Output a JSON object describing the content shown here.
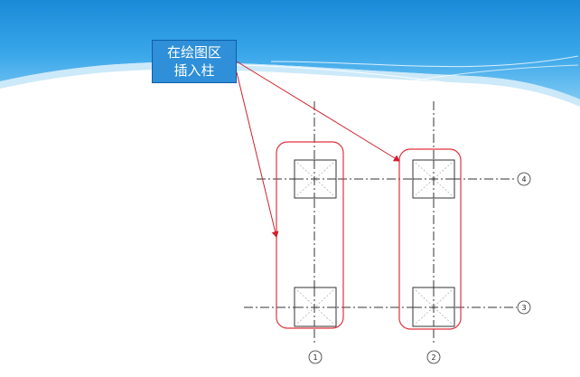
{
  "callout": {
    "line1": "在绘图区",
    "line2": "插入柱"
  },
  "grid_axes": {
    "vertical": [
      "1",
      "2"
    ],
    "horizontal": [
      "4",
      "3"
    ]
  },
  "colors": {
    "highlight_border": "#e0333f",
    "arrow": "#d0202c",
    "grid_line": "#333333",
    "callout_fill": "#2f8fd8",
    "sky_blue": "#2b9be2"
  }
}
